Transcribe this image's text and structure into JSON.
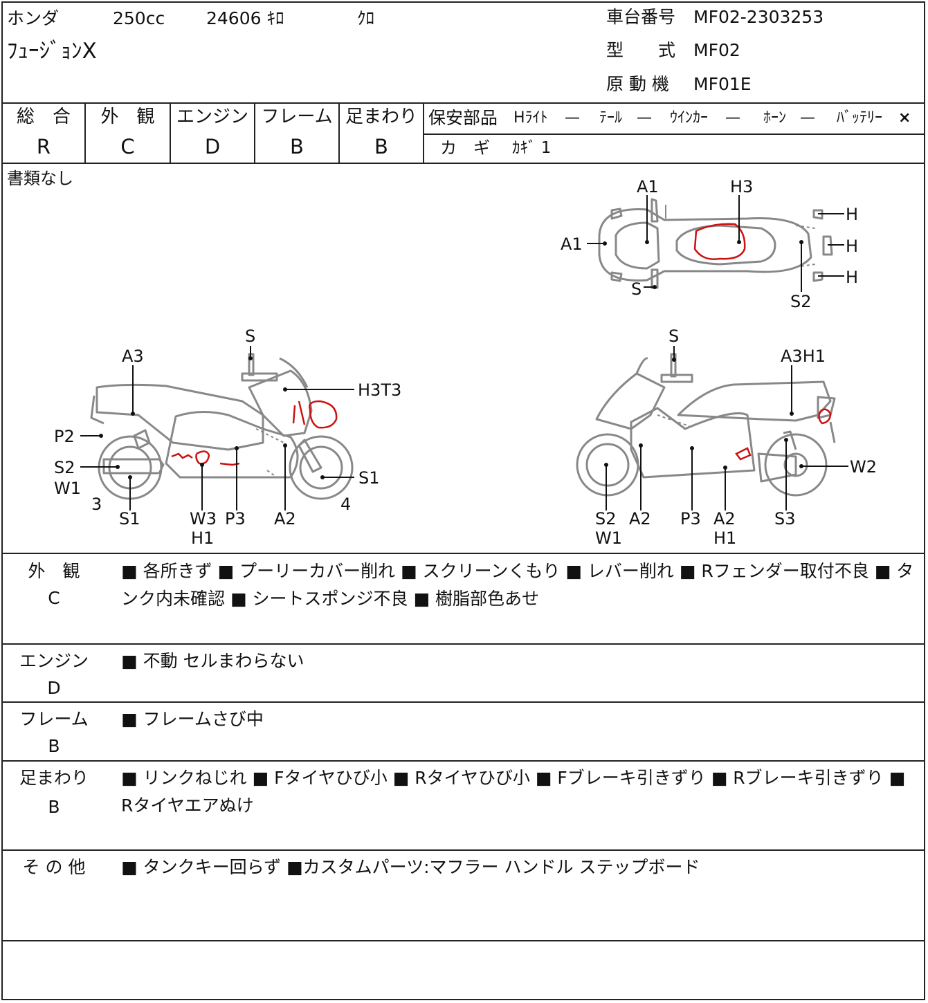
{
  "header": {
    "maker": "ホンダ",
    "displacement": "250cc",
    "mileage": "24606 ｷﾛ",
    "color": "ｸﾛ",
    "model_name": "ﾌｭｰｼﾞｮﾝX",
    "chassis_label": "車台番号",
    "chassis_value": "MF02-2303253",
    "type_label": "型　　式",
    "type_value": "MF02",
    "engine_label": "原 動 機",
    "engine_value": "MF01E"
  },
  "grades": [
    {
      "label": "総　合",
      "value": "R"
    },
    {
      "label": "外　観",
      "value": "C"
    },
    {
      "label": "エンジン",
      "value": "D"
    },
    {
      "label": "フレーム",
      "value": "B"
    },
    {
      "label": "足まわり",
      "value": "B"
    }
  ],
  "safety_parts": {
    "label": "保安部品",
    "items": [
      {
        "name": "Hﾗｲﾄ",
        "mark": "—"
      },
      {
        "name": "ﾃｰﾙ",
        "mark": "—"
      },
      {
        "name": "ｳｲﾝｶｰ",
        "mark": "—"
      },
      {
        "name": "ﾎｰﾝ",
        "mark": "—"
      },
      {
        "name": "ﾊﾞｯﾃﾘｰ",
        "mark": "×"
      }
    ],
    "key_label": "カ　ギ",
    "key_value": "ｶｷﾞ 1"
  },
  "diagram": {
    "note": "書類なし",
    "top_labels": [
      "A1",
      "H3",
      "A1",
      "S",
      "S2",
      "H",
      "H",
      "H"
    ],
    "left_labels": [
      "S",
      "A3",
      "H3T3",
      "P2",
      "S2",
      "W1",
      "3",
      "S1",
      "W3",
      "H1",
      "P3",
      "A2",
      "4",
      "S1"
    ],
    "right_labels": [
      "S",
      "A3H1",
      "W2",
      "S2",
      "W1",
      "A2",
      "P3",
      "A2",
      "H1",
      "S3"
    ],
    "annotation_colors": {
      "line": "#888888",
      "label": "#111111",
      "damage": "#cc1111"
    }
  },
  "sections": [
    {
      "label": "外　観",
      "grade": "C",
      "text": "■ 各所きず ■ プーリーカバー削れ ■ スクリーンくもり ■ レバー削れ ■ Rフェンダー取付不良 ■ タンク内未確認 ■ シートスポンジ不良 ■ 樹脂部色あせ"
    },
    {
      "label": "エンジン",
      "grade": "D",
      "text": "■ 不動 セルまわらない"
    },
    {
      "label": "フレーム",
      "grade": "B",
      "text": "■ フレームさび中"
    },
    {
      "label": "足まわり",
      "grade": "B",
      "text": "■ リンクねじれ ■ Fタイヤひび小 ■ Rタイヤひび小 ■ Fブレーキ引きずり ■ Rブレーキ引きずり ■ Rタイヤエアぬけ"
    },
    {
      "label": "そ の 他",
      "grade": "",
      "text": "■ タンクキー回らず ■カスタムパーツ:マフラー ハンドル ステップボード"
    }
  ]
}
